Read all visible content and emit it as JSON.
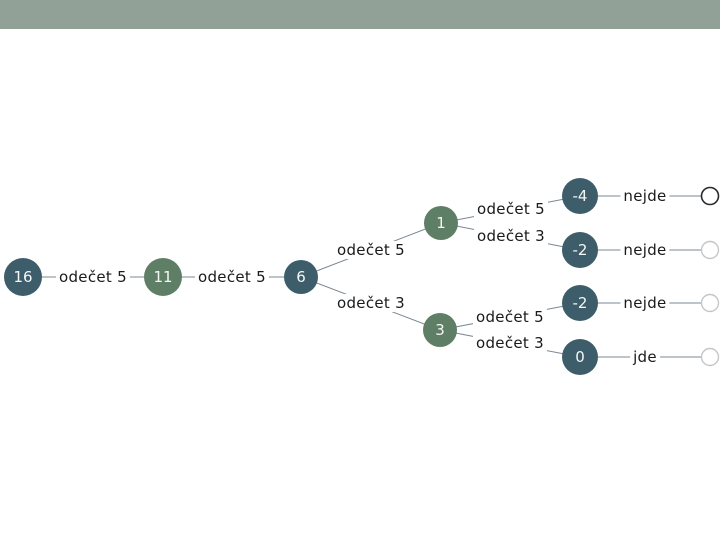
{
  "diagram": {
    "nodes": [
      {
        "label": "16",
        "role": "root"
      },
      {
        "label": "11",
        "role": "intermediate"
      },
      {
        "label": "6",
        "role": "branch"
      },
      {
        "label": "1",
        "role": "branch"
      },
      {
        "label": "3",
        "role": "branch"
      },
      {
        "label": "-4",
        "role": "leaf"
      },
      {
        "label": "-2",
        "role": "leaf"
      },
      {
        "label": "-2",
        "role": "leaf"
      },
      {
        "label": "0",
        "role": "leaf"
      }
    ],
    "edge_labels": [
      "odečet 5",
      "odečet 5",
      "odečet 5",
      "odečet 3",
      "odečet 5",
      "odečet 3",
      "odečet 5",
      "odečet 3"
    ],
    "outcomes": [
      "nejde",
      "nejde",
      "nejde",
      "jde"
    ],
    "colors": {
      "header_bar": "#91a198",
      "node_dark": "#3e5d6b",
      "node_green": "#5e7e65",
      "node_text": "#f4f7f5",
      "edge_line": "#7a8894",
      "label_text": "#1a1a1a",
      "terminal_fill": "#ffffff",
      "terminal_stroke": "#c6c6c6",
      "terminal_stroke_dark": "#2a2a2a"
    }
  }
}
